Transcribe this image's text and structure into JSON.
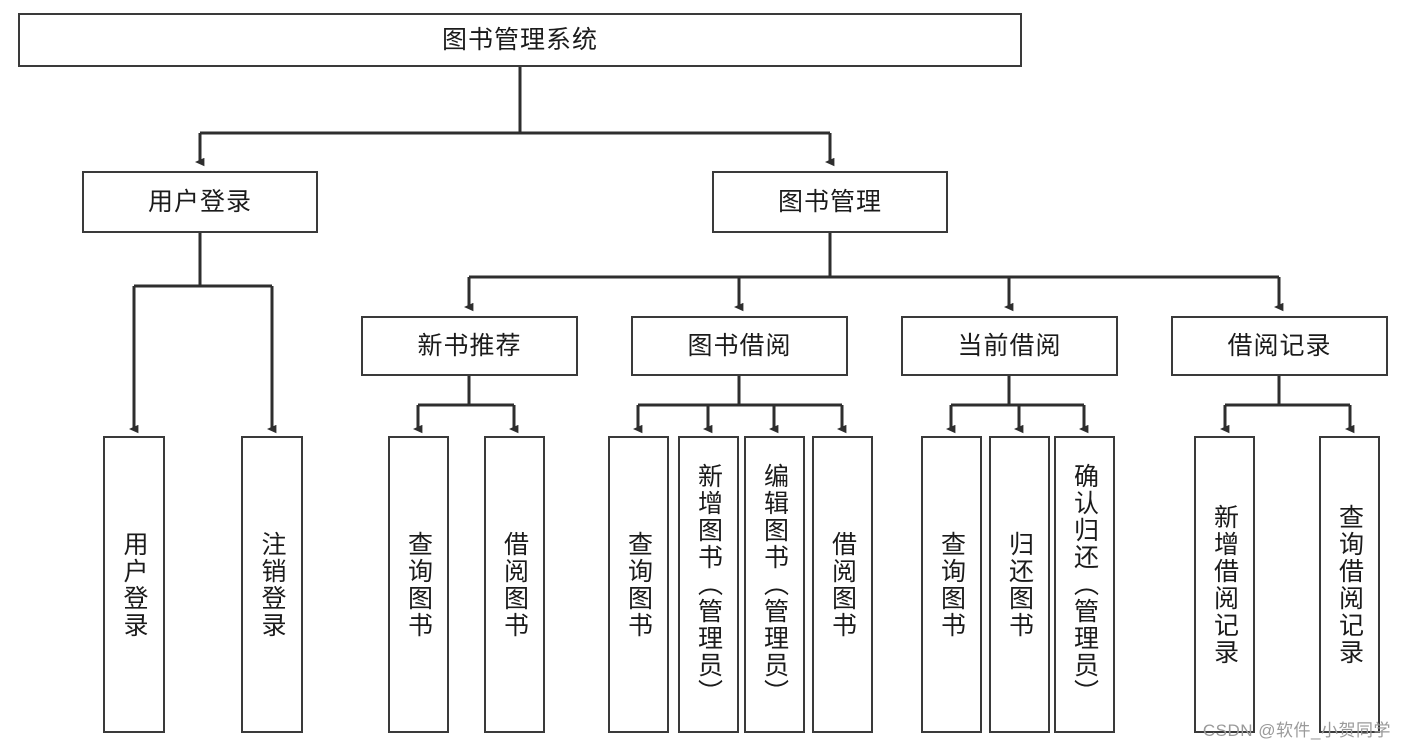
{
  "diagram": {
    "title": "图书管理系统",
    "type": "tree-hierarchy-chart",
    "watermark": "CSDN @软件_小贺同学",
    "colors": {
      "stroke": "#3a3a3a",
      "fill": "#ffffff",
      "text": "#1b1b1b",
      "watermark": "#9a9a9a"
    }
  },
  "nodes": {
    "root": {
      "label": "图书管理系统"
    },
    "level2": [
      {
        "id": "user-login",
        "label": "用户登录"
      },
      {
        "id": "book-manage",
        "label": "图书管理"
      }
    ],
    "level3": [
      {
        "id": "new-book-recommend",
        "label": "新书推荐"
      },
      {
        "id": "book-borrow",
        "label": "图书借阅"
      },
      {
        "id": "current-borrow",
        "label": "当前借阅"
      },
      {
        "id": "borrow-record",
        "label": "借阅记录"
      }
    ],
    "leaves": {
      "user-login": [
        {
          "id": "leaf-user-login",
          "label": "用户登录"
        },
        {
          "id": "leaf-logout-login",
          "label": "注销登录"
        }
      ],
      "new-book-recommend": [
        {
          "id": "leaf-query-book-1",
          "label": "查询图书"
        },
        {
          "id": "leaf-borrow-book-1",
          "label": "借阅图书"
        }
      ],
      "book-borrow": [
        {
          "id": "leaf-query-book-2",
          "label": "查询图书"
        },
        {
          "id": "leaf-add-book",
          "label": "新增图书（管理员）"
        },
        {
          "id": "leaf-edit-book",
          "label": "编辑图书（管理员）"
        },
        {
          "id": "leaf-borrow-book-2",
          "label": "借阅图书"
        }
      ],
      "current-borrow": [
        {
          "id": "leaf-query-book-3",
          "label": "查询图书"
        },
        {
          "id": "leaf-return-book",
          "label": "归还图书"
        },
        {
          "id": "leaf-confirm-return",
          "label": "确认归还（管理员）"
        }
      ],
      "borrow-record": [
        {
          "id": "leaf-add-record",
          "label": "新增借阅记录"
        },
        {
          "id": "leaf-query-record",
          "label": "查询借阅记录"
        }
      ]
    }
  }
}
